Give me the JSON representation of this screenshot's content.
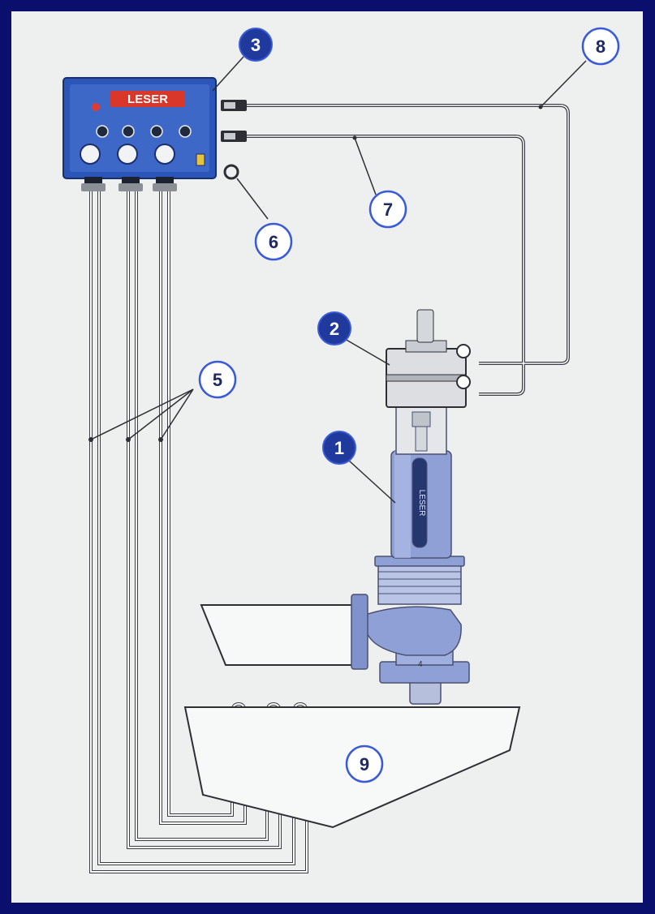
{
  "brand": "LESER",
  "callouts": [
    {
      "id": "1",
      "style": "filled"
    },
    {
      "id": "2",
      "style": "filled"
    },
    {
      "id": "3",
      "style": "filled"
    },
    {
      "id": "4",
      "style": "hidden"
    },
    {
      "id": "5",
      "style": "outline"
    },
    {
      "id": "6",
      "style": "outline"
    },
    {
      "id": "7",
      "style": "outline"
    },
    {
      "id": "8",
      "style": "outline"
    },
    {
      "id": "9",
      "style": "outline"
    }
  ],
  "valve_body_mark": "4",
  "colors": {
    "frame": "#0a0f6e",
    "paper": "#eef0ef",
    "callout_fill": "#1f3a9c",
    "callout_ring": "#3b5bd6",
    "control_box": "#2b55b8",
    "valve_blue": "#8ea0d6",
    "brand_red": "#d9372a"
  }
}
